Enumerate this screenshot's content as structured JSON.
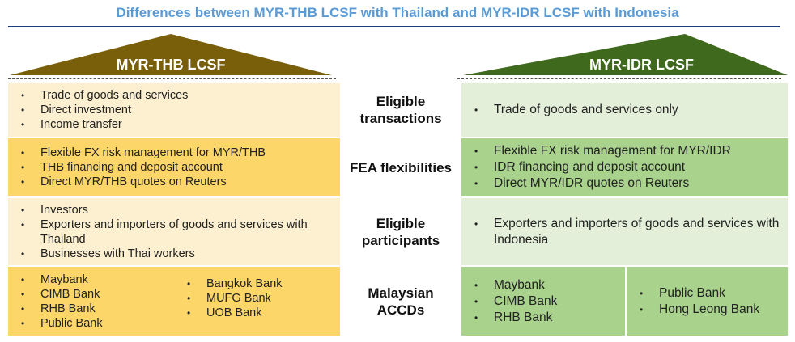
{
  "title": "Differences between MYR-THB LCSF with Thailand and MYR-IDR LCSF with Indonesia",
  "colors": {
    "title": "#5b9bd5",
    "left_roof": "#7a5f0a",
    "right_roof": "#3f6a1e",
    "left_light": "#fdf0d0",
    "left_dark": "#fdd669",
    "right_light": "#e3efd9",
    "right_dark": "#a9d28d"
  },
  "left": {
    "heading": "MYR-THB LCSF",
    "eligible_transactions": [
      "Trade of goods and services",
      "Direct investment",
      "Income transfer"
    ],
    "fea_flexibilities": [
      "Flexible FX risk management for MYR/THB",
      "THB financing and deposit account",
      "Direct MYR/THB quotes on Reuters"
    ],
    "eligible_participants": [
      "Investors",
      "Exporters and importers of goods and services with Thailand",
      "Businesses with Thai workers"
    ],
    "accds_col1": [
      "Maybank",
      "CIMB Bank",
      "RHB Bank",
      "Public Bank"
    ],
    "accds_col2": [
      "Bangkok Bank",
      "MUFG Bank",
      "UOB Bank"
    ]
  },
  "labels": [
    "Eligible transactions",
    "FEA flexibilities",
    "Eligible participants",
    "Malaysian ACCDs"
  ],
  "right": {
    "heading": "MYR-IDR LCSF",
    "eligible_transactions": [
      "Trade of goods and services only"
    ],
    "fea_flexibilities": [
      "Flexible FX risk management for MYR/IDR",
      "IDR financing and deposit account",
      "Direct MYR/IDR quotes on Reuters"
    ],
    "eligible_participants": [
      "Exporters and importers of goods and services with Indonesia"
    ],
    "accds_col1": [
      "Maybank",
      "CIMB Bank",
      "RHB Bank"
    ],
    "accds_col2": [
      "Public Bank",
      "Hong Leong Bank"
    ]
  }
}
